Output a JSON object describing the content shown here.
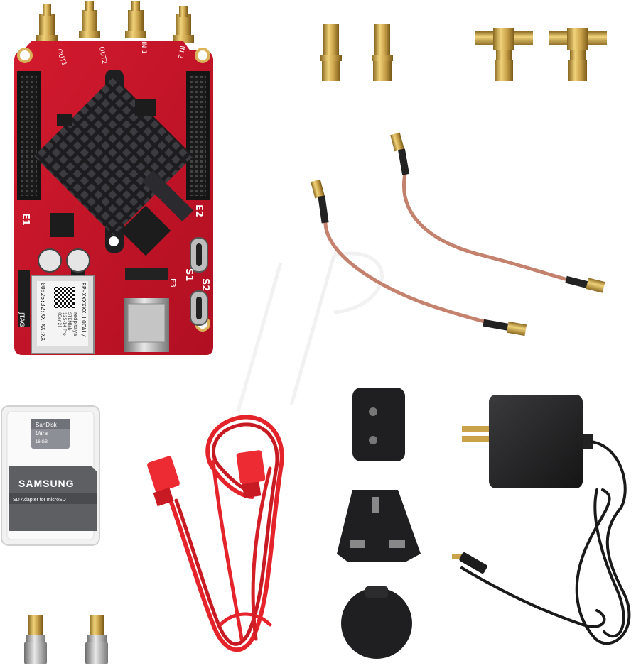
{
  "board": {
    "labels": {
      "out1": "OUT1",
      "out2": "OUT2",
      "in1": "IN 1",
      "in2": "IN 2",
      "e1": "E1",
      "e2": "E2",
      "e3": "E3",
      "s1": "S1",
      "s2": "S2",
      "jtag": "JTAG",
      "hostname": "RP-XXXXXX.LOCAL/",
      "mac": "00:26:32:XX:XX:XX",
      "brand": "redpitaya",
      "model": "STEMlab",
      "variant": "125-14 Pro",
      "gen": "(Gen2)"
    },
    "colors": {
      "pcb": "#c8142a",
      "pcb_dark": "#9b0c1e",
      "heatsink": "#2a2a2e"
    }
  },
  "sd_card": {
    "card_brand": "SanDisk",
    "card_line": "Ultra",
    "card_capacity": "16 GB",
    "adapter_brand": "SAMSUNG",
    "adapter_text": "SD Adapter for microSD"
  },
  "colors": {
    "cable_red": "#e4232b",
    "rf_cable": "#c4816e",
    "gold": "#c9a24a",
    "charger": "#1e1e20"
  }
}
